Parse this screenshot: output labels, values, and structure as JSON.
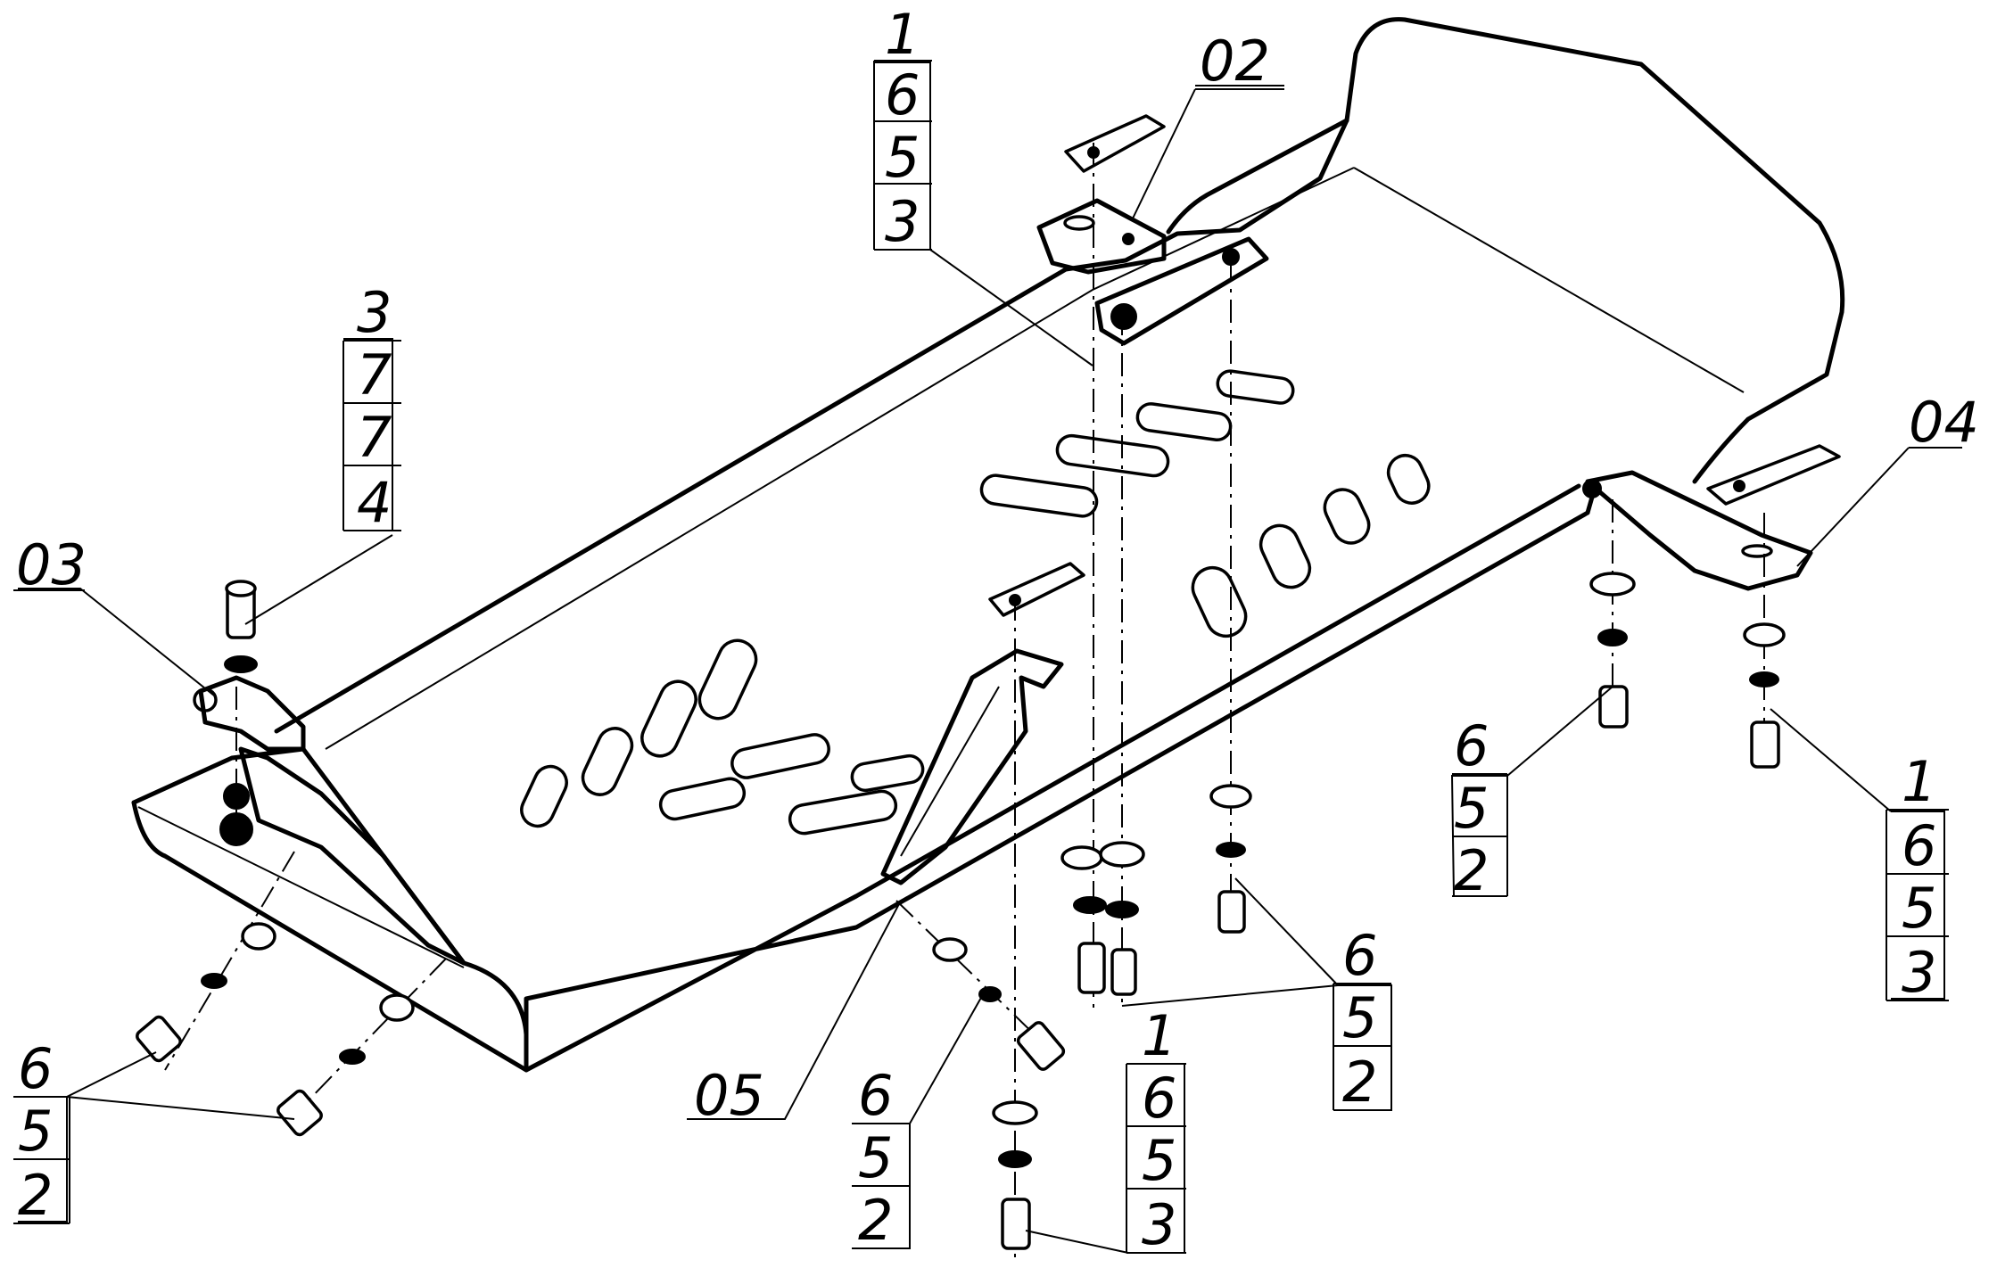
{
  "callouts": [
    {
      "id": "02",
      "text": "02"
    },
    {
      "id": "03",
      "text": "03"
    },
    {
      "id": "04",
      "text": "04"
    },
    {
      "id": "05",
      "text": "05"
    }
  ],
  "stacks": [
    {
      "id": "top-center",
      "items": [
        "1",
        "6",
        "5",
        "3"
      ]
    },
    {
      "id": "top-left",
      "items": [
        "3",
        "7",
        "7",
        "4"
      ]
    },
    {
      "id": "right-mid",
      "items": [
        "6",
        "5",
        "2"
      ]
    },
    {
      "id": "right",
      "items": [
        "1",
        "6",
        "5",
        "3"
      ]
    },
    {
      "id": "center",
      "items": [
        "6",
        "5",
        "2"
      ]
    },
    {
      "id": "bottom-center",
      "items": [
        "1",
        "6",
        "5",
        "3"
      ]
    },
    {
      "id": "bottom-mid",
      "items": [
        "6",
        "5",
        "2"
      ]
    },
    {
      "id": "bottom-left",
      "items": [
        "6",
        "5",
        "2"
      ]
    }
  ]
}
